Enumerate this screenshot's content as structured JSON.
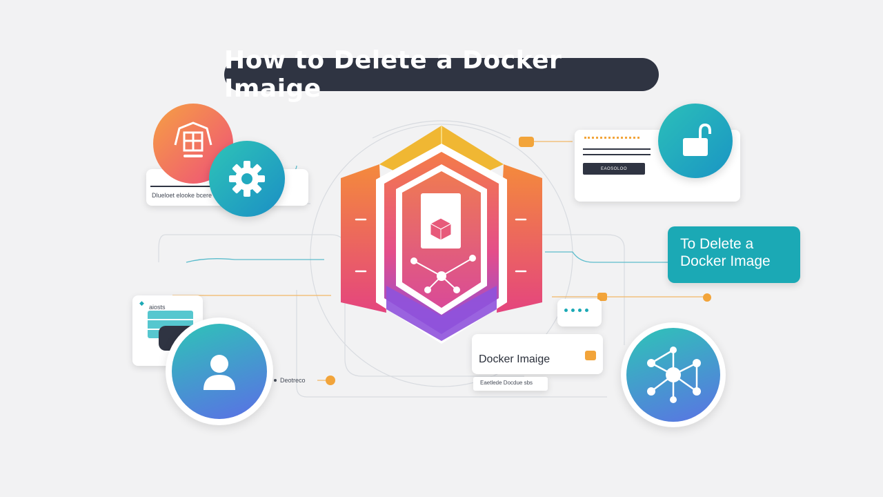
{
  "title": "How to Delete a Docker Imaige",
  "cta": {
    "line1": "To  Delete a",
    "line2": "Docker Image"
  },
  "left_card": {
    "text": "Dlueloet elooke bcere"
  },
  "left_bottom_card": {
    "text": "aiosts"
  },
  "bottom_left_label": "Deotreco",
  "right_top_card": {
    "button_text": "EAOSOLOO"
  },
  "docker_label": {
    "title": "Docker Imaige",
    "subtitle": "Eaetlede Docdue sbs"
  },
  "icons": {
    "top_left": "box-outline-icon",
    "gear": "gear-icon",
    "unlock": "unlock-icon",
    "user": "user-icon",
    "network": "network-hub-icon",
    "center": "document-cube-icon"
  },
  "colors": {
    "title_bg": "#2f3442",
    "cta_bg": "#1ba9b5",
    "accent_orange": "#f2a43a",
    "teal": "#1ba9b5"
  }
}
